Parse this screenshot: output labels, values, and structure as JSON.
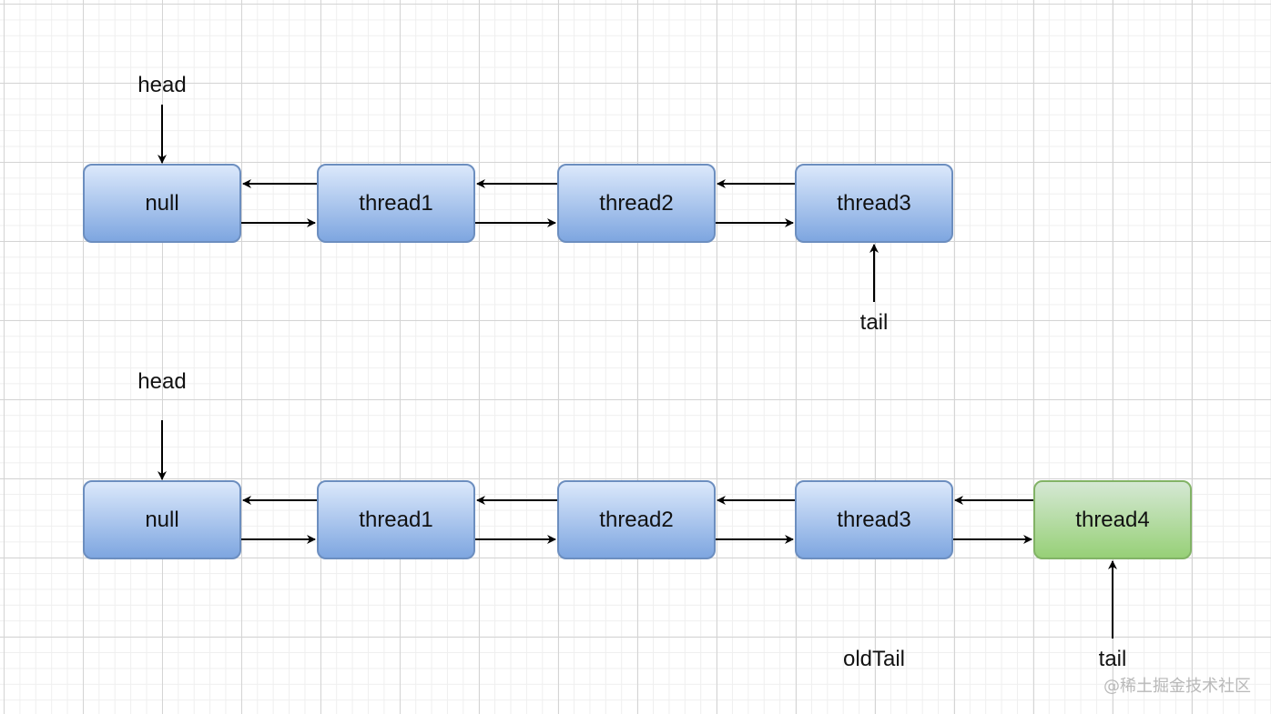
{
  "diagrams": [
    {
      "pointers": [
        {
          "text": "head",
          "target": 0,
          "side": "top"
        },
        {
          "text": "tail",
          "target": 3,
          "side": "bottom"
        }
      ],
      "nodes": [
        {
          "label": "null",
          "kind": "blue"
        },
        {
          "label": "thread1",
          "kind": "blue"
        },
        {
          "label": "thread2",
          "kind": "blue"
        },
        {
          "label": "thread3",
          "kind": "blue"
        }
      ]
    },
    {
      "pointers": [
        {
          "text": "head",
          "target": 0,
          "side": "top"
        },
        {
          "text": "tail",
          "target": 4,
          "side": "bottom"
        }
      ],
      "notes": [
        {
          "text": "oldTail",
          "near": 3
        }
      ],
      "nodes": [
        {
          "label": "null",
          "kind": "blue"
        },
        {
          "label": "thread1",
          "kind": "blue"
        },
        {
          "label": "thread2",
          "kind": "blue"
        },
        {
          "label": "thread3",
          "kind": "blue"
        },
        {
          "label": "thread4",
          "kind": "green"
        }
      ]
    }
  ],
  "watermark": "@稀土掘金技术社区",
  "colors": {
    "blue_fill_top": "#dbe8fb",
    "blue_fill_bottom": "#7ea6e0",
    "blue_stroke": "#6c8ebf",
    "green_fill_top": "#d5e8d4",
    "green_fill_bottom": "#97d077",
    "green_stroke": "#82b366",
    "arrow": "#000000"
  }
}
